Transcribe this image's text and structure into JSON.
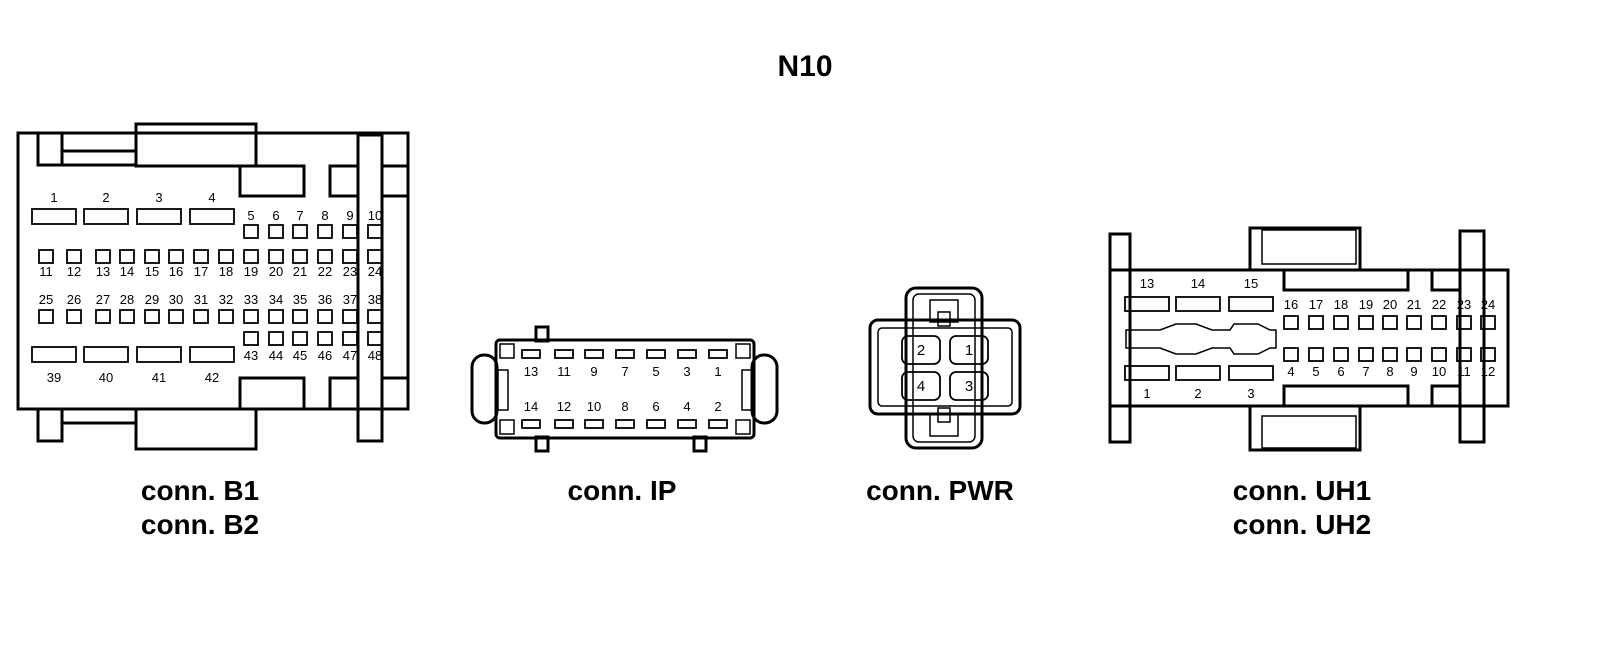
{
  "title": "N10",
  "connectors": {
    "b": {
      "label_1": "conn. B1",
      "label_2": "conn. B2",
      "pins": [
        "1",
        "2",
        "3",
        "4",
        "5",
        "6",
        "7",
        "8",
        "9",
        "10",
        "11",
        "12",
        "13",
        "14",
        "15",
        "16",
        "17",
        "18",
        "19",
        "20",
        "21",
        "22",
        "23",
        "24",
        "25",
        "26",
        "27",
        "28",
        "29",
        "30",
        "31",
        "32",
        "33",
        "34",
        "35",
        "36",
        "37",
        "38",
        "39",
        "40",
        "41",
        "42",
        "43",
        "44",
        "45",
        "46",
        "47",
        "48"
      ]
    },
    "ip": {
      "label": "conn. IP",
      "pins": [
        "1",
        "2",
        "3",
        "4",
        "5",
        "6",
        "7",
        "8",
        "9",
        "10",
        "11",
        "12",
        "13",
        "14"
      ]
    },
    "pwr": {
      "label": "conn. PWR",
      "pins": [
        "1",
        "2",
        "3",
        "4"
      ]
    },
    "uh": {
      "label_1": "conn. UH1",
      "label_2": "conn. UH2",
      "pins": [
        "1",
        "2",
        "3",
        "4",
        "5",
        "6",
        "7",
        "8",
        "9",
        "10",
        "11",
        "12",
        "13",
        "14",
        "15",
        "16",
        "17",
        "18",
        "19",
        "20",
        "21",
        "22",
        "23",
        "24"
      ]
    }
  }
}
